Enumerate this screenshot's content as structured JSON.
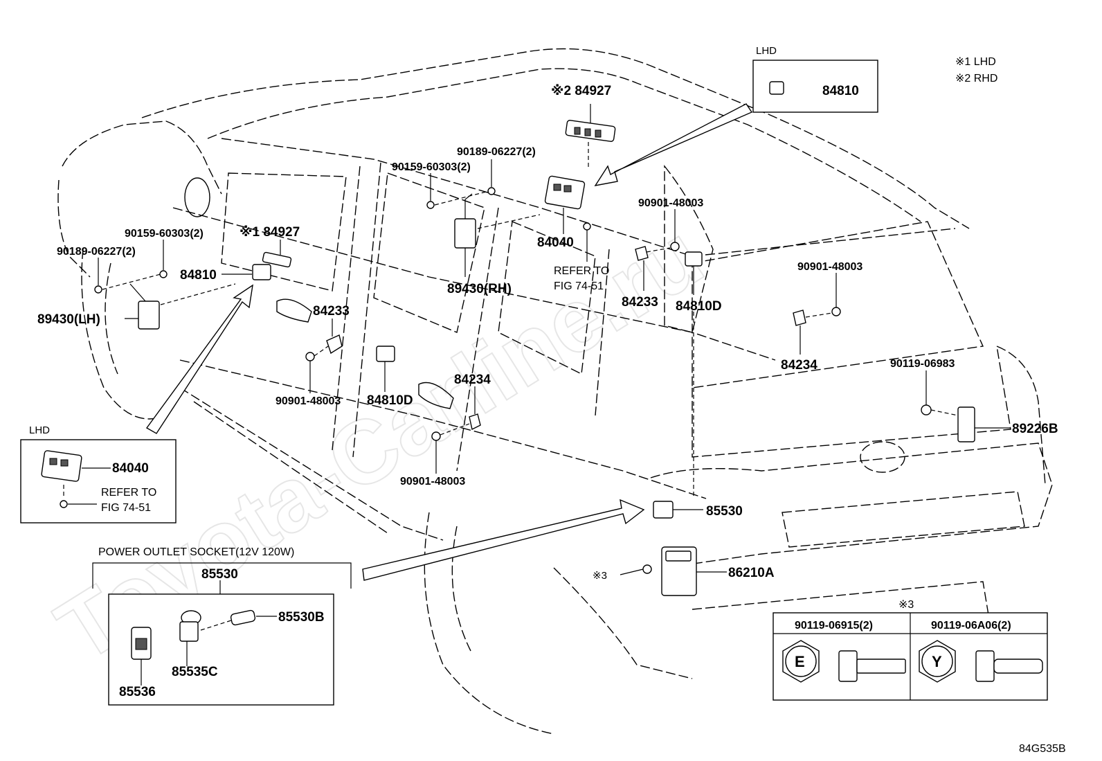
{
  "watermark": "Toyota-Carline.ru",
  "drawing_number": "84G535B",
  "legend": {
    "note1": "※1  LHD",
    "note2": "※2  RHD"
  },
  "inset_lhd_top": {
    "title": "LHD",
    "part": "84810"
  },
  "inset_lhd_left": {
    "title": "LHD",
    "part": "84040",
    "refer1": "REFER TO",
    "refer2": "FIG 74-51"
  },
  "power_outlet": {
    "title": "POWER OUTLET SOCKET(12V 120W)",
    "assembly": "85530",
    "parts": [
      "85530B",
      "85535C",
      "85536"
    ]
  },
  "bolt_table": {
    "mark": "※3",
    "col1_header": "90119-06915(2)",
    "col2_header": "90119-06A06(2)",
    "col1_symbol": "E",
    "col2_symbol": "Y"
  },
  "labels": {
    "p84927_rhd": "※2 84927",
    "p84927_lhd": "※1 84927",
    "p90189_rh": "90189-06227(2)",
    "p90159_rh": "90159-60303(2)",
    "p90159_lh": "90159-60303(2)",
    "p90189_lh": "90189-06227(2)",
    "p84810_lh": "84810",
    "p89430_lh": "89430(LH)",
    "p89430_rh": "89430(RH)",
    "p84040": "84040",
    "refer_a": "REFER TO",
    "refer_b": "FIG 74-51",
    "p84233_front": "84233",
    "p84233_rear": "84233",
    "p90901_a": "90901-48003",
    "p90901_b": "90901-48003",
    "p90901_c": "90901-48003",
    "p90901_d": "90901-48003",
    "p84810D_front": "84810D",
    "p84810D_rear": "84810D",
    "p84234_front": "84234",
    "p84234_rear": "84234",
    "p90119_06983": "90119-06983",
    "p89226B": "89226B",
    "p85530": "85530",
    "p86210A": "86210A",
    "mark3": "※3"
  }
}
